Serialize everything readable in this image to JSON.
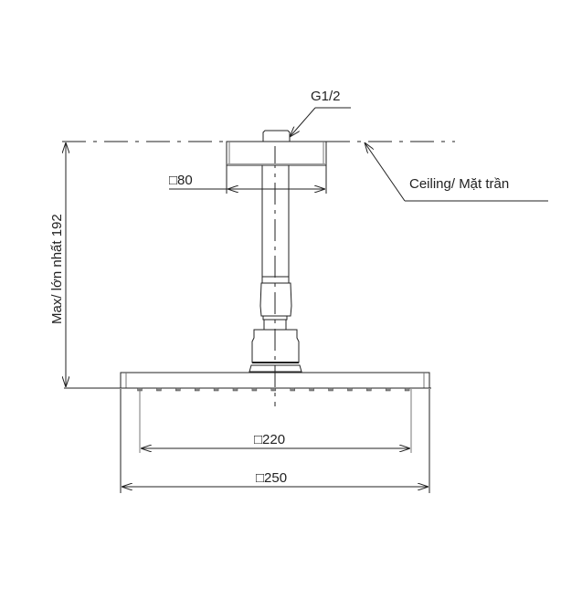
{
  "labels": {
    "thread": "G1/2",
    "ceiling": "Ceiling/ Mặt trần",
    "flange_size": "□80",
    "max_height": "Max/ lớn nhất 192",
    "spray_size": "□220",
    "head_size": "□250"
  },
  "colors": {
    "line": "#222222"
  }
}
